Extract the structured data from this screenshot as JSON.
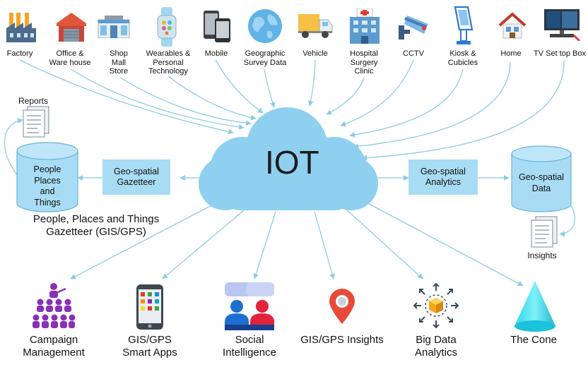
{
  "sources": [
    {
      "label": "Factory",
      "icon": "factory-icon"
    },
    {
      "label": "Office &\nWare house",
      "icon": "warehouse-icon"
    },
    {
      "label": "Shop\nMall\nStore",
      "icon": "shopping-mall-icon"
    },
    {
      "label": "Wearables &\nPersonal\nTechnology",
      "icon": "smartwatch-icon"
    },
    {
      "label": "Mobile",
      "icon": "mobile-phones-icon"
    },
    {
      "label": "Geographic\nSurvey Data",
      "icon": "globe-icon"
    },
    {
      "label": "Vehicle",
      "icon": "truck-icon"
    },
    {
      "label": "Hospital\nSurgery\nClinic",
      "icon": "hospital-icon"
    },
    {
      "label": "CCTV",
      "icon": "cctv-camera-icon"
    },
    {
      "label": "Kiosk &\nCubicles",
      "icon": "kiosk-icon"
    },
    {
      "label": "Home",
      "icon": "house-icon"
    },
    {
      "label": "TV Set top Box",
      "icon": "tv-set-top-box-icon"
    }
  ],
  "cloud": {
    "label": "IOT"
  },
  "left": {
    "reports_label": "Reports",
    "box_label": "Geo-spatial\nGazetteer",
    "db_label": "People\nPlaces\nand\nThings",
    "caption": "People, Places and Things\nGazetteer (GIS/GPS)"
  },
  "right": {
    "box_label": "Geo-spatial\nAnalytics",
    "db_label": "Geo-spatial\nData",
    "insights_label": "Insights"
  },
  "outputs": [
    {
      "label": "Campaign\nManagement",
      "icon": "campaign-people-icon"
    },
    {
      "label": "GIS/GPS\nSmart Apps",
      "icon": "smartphone-apps-icon"
    },
    {
      "label": "Social\nIntelligence",
      "icon": "social-chat-people-icon"
    },
    {
      "label": "GIS/GPS Insights",
      "icon": "map-pin-icon"
    },
    {
      "label": "Big Data\nAnalytics",
      "icon": "data-cube-icon"
    },
    {
      "label": "The Cone",
      "icon": "cone-icon"
    }
  ],
  "colors": {
    "cloud": "#8fd0f0",
    "arrow": "#8ccbe6",
    "box": "#a8dcf4",
    "db": "#a8dcf4",
    "db_stroke": "#6bb3d6"
  }
}
